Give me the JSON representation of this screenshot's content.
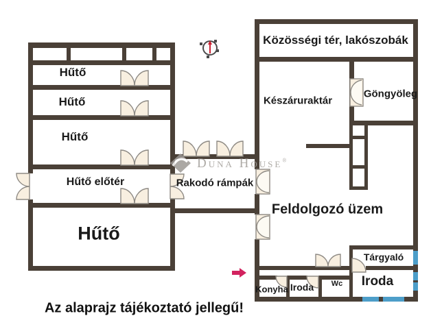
{
  "rooms": {
    "huto_1": "Hűtő",
    "huto_2": "Hűtő",
    "huto_3": "Hűtő",
    "huto_eloter": "Hűtő előtér",
    "huto_nagy": "Hűtő",
    "rakodo_rampak": "Rakodó rámpák",
    "kozossegi": "Közösségi tér, lakószobák",
    "keszaruraktar": "Készáruraktár",
    "gongyoleg": "Göngyöleg",
    "feldolgozo": "Feldolgozó üzem",
    "targyalo": "Tárgyaló",
    "konyha": "Konyha",
    "iroda_kis": "Iroda",
    "wc": "Wc",
    "iroda_nagy": "Iroda"
  },
  "caption": "Az alaprajz tájékoztató jellegű!",
  "watermark": {
    "text": "Duna House",
    "registered": "®"
  },
  "colors": {
    "wall": "#4a4037",
    "door_fill": "#f8efe0",
    "door_stroke": "#8e8a84",
    "window": "#4d9ec9",
    "arrow": "#d2235f",
    "watermark": "#a6a29d",
    "compass_needle": "#cc2233"
  }
}
